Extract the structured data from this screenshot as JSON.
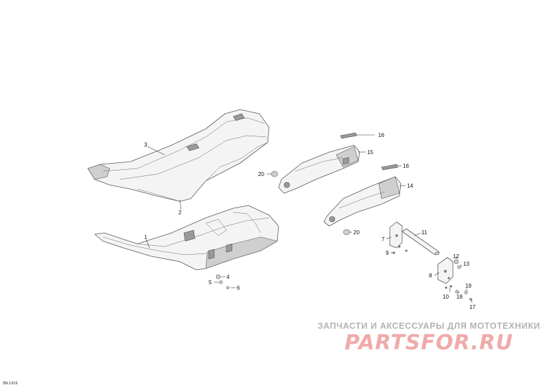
{
  "diagram": {
    "code": "35L1319",
    "callouts": {
      "c1": "1",
      "c2": "2",
      "c3": "3",
      "c4": "4",
      "c5": "5",
      "c6": "6",
      "c7": "7",
      "c8": "8",
      "c9": "9",
      "c10": "10",
      "c11": "11",
      "c12": "12",
      "c13": "13",
      "c14": "14",
      "c15": "15",
      "c16a": "16",
      "c16b": "16",
      "c17": "17",
      "c18": "18",
      "c19": "19",
      "c20a": "20",
      "c20b": "20"
    }
  },
  "watermark": {
    "caption": "ЗАПЧАСТИ И АКСЕССУАРЫ ДЛЯ МОТОТЕХНИКИ",
    "logo_text": "PARTSFOR.RU",
    "colors": {
      "caption": "#b3b3b3",
      "logo": "#f0aaaa"
    }
  }
}
